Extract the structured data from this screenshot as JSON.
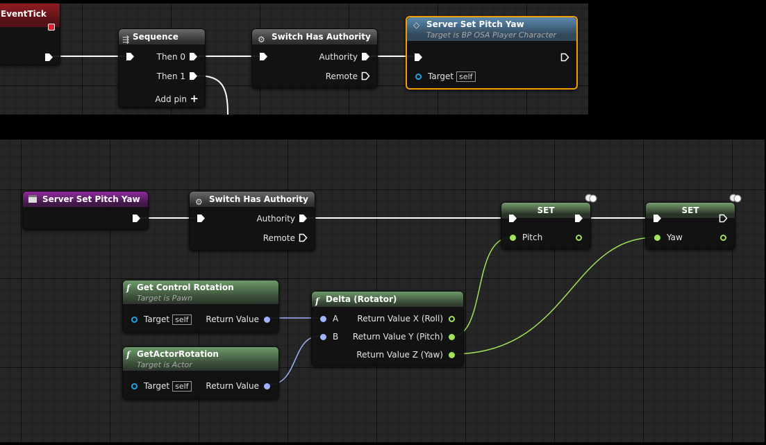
{
  "top_graph": {
    "event_tick": {
      "title": "EventTick"
    },
    "sequence": {
      "title": "Sequence",
      "then0": "Then 0",
      "then1": "Then 1",
      "add_pin": "Add pin"
    },
    "switch": {
      "title": "Switch Has Authority",
      "authority": "Authority",
      "remote": "Remote"
    },
    "server_call": {
      "title": "Server Set Pitch Yaw",
      "subtitle": "Target is BP OSA Player Character",
      "target": "Target",
      "self": "self"
    }
  },
  "bottom_graph": {
    "event": {
      "title": "Server Set Pitch Yaw"
    },
    "switch": {
      "title": "Switch Has Authority",
      "authority": "Authority",
      "remote": "Remote"
    },
    "set_pitch": {
      "title": "SET",
      "var": "Pitch"
    },
    "set_yaw": {
      "title": "SET",
      "var": "Yaw"
    },
    "get_control_rotation": {
      "title": "Get Control Rotation",
      "subtitle": "Target is Pawn",
      "target": "Target",
      "self": "self",
      "ret": "Return Value"
    },
    "get_actor_rotation": {
      "title": "GetActorRotation",
      "subtitle": "Target is Actor",
      "target": "Target",
      "self": "self",
      "ret": "Return Value"
    },
    "delta": {
      "title": "Delta (Rotator)",
      "a": "A",
      "b": "B",
      "x": "Return Value X (Roll)",
      "y": "Return Value Y (Pitch)",
      "z": "Return Value Z (Yaw)"
    }
  },
  "colors": {
    "exec": "#ffffff",
    "rotator": "#a0b4ff",
    "float": "#a2e35a",
    "object": "#1aa7e6",
    "selected": "#f2a000"
  },
  "icons": {
    "sequence": "sequence-icon",
    "switch": "gear-icon",
    "function": "function-f-icon",
    "event": "event-icon",
    "server": "diamond-icon",
    "close": "red-square-icon",
    "add": "plus-icon",
    "net": "network-bubble-icon"
  }
}
